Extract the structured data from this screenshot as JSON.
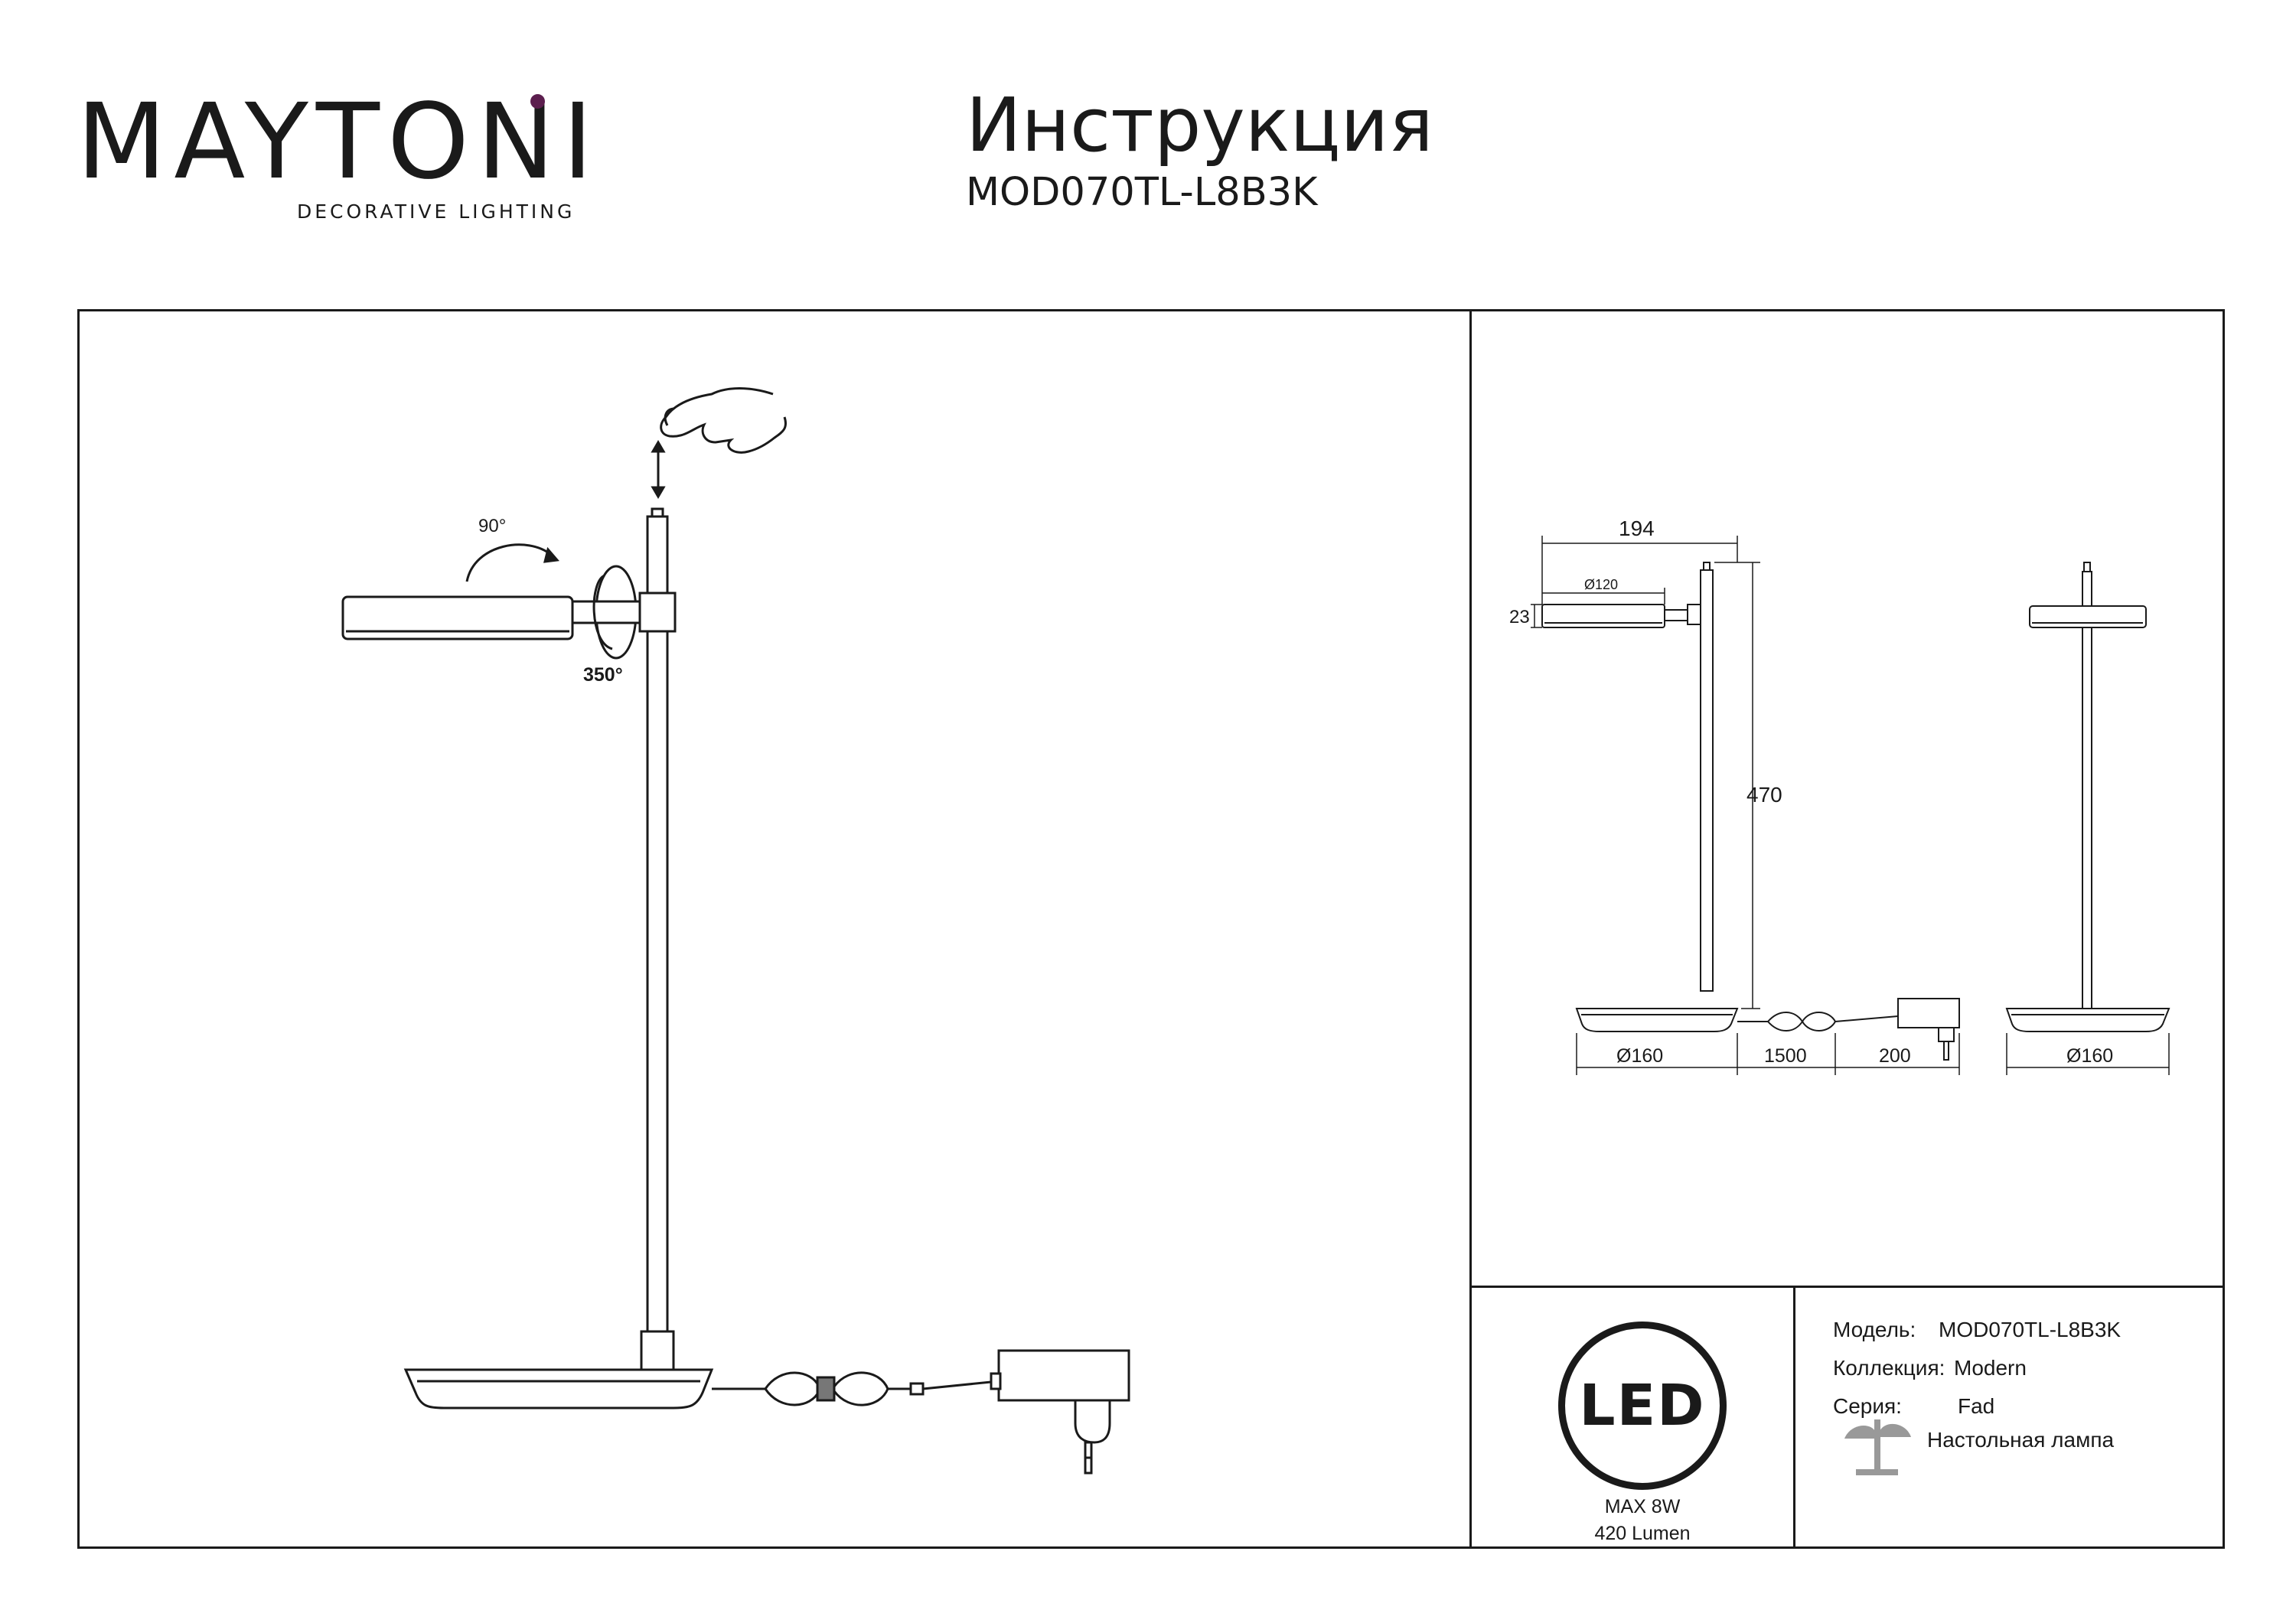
{
  "brand": {
    "name": "MAYTONI",
    "tagline": "DECORATIVE LIGHTING",
    "accent_color": "#5c1e4e"
  },
  "header": {
    "title": "Инструкция",
    "model": "MOD070TL-L8B3K"
  },
  "installation": {
    "rotation_arc_label": "90°",
    "rotation_swivel_label": "350°",
    "touch_icon": "hand-touch-icon"
  },
  "dimensions": {
    "total_width": "194",
    "head_diameter": "Ø120",
    "head_height": "23",
    "total_height": "470",
    "base_diameter": "Ø160",
    "cable_length": "1500",
    "plug_length": "200",
    "front_base_diameter": "Ø160"
  },
  "specs": {
    "led_badge": "LED",
    "power": "MAX 8W",
    "luminous_flux": "420 Lumen",
    "rows": [
      {
        "label": "Модель:",
        "value": "MOD070TL-L8B3K"
      },
      {
        "label": "Коллекция:",
        "value": "Modern"
      },
      {
        "label": "Серия:",
        "value": "Fad"
      }
    ],
    "type": "Настольная лампа",
    "lamp_icon": "table-lamp-icon"
  }
}
